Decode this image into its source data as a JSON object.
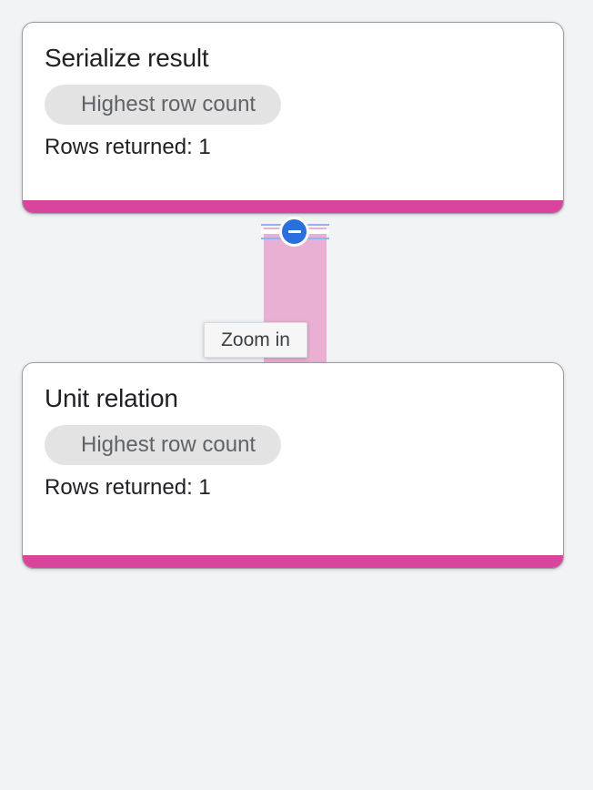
{
  "theme": {
    "page_background": "#f1f3f4",
    "card_background": "#ffffff",
    "card_border": "#9aa0a6",
    "accent_pink": "#d9459c",
    "connector_pink": "#eab0d4",
    "collapse_blue": "#2b6fdd",
    "handle_line_blue": "#90b4ef",
    "chip_background": "#e3e3e3",
    "chip_text": "#5f6368",
    "title_text": "#202124"
  },
  "nodes": [
    {
      "id": "serialize-result",
      "title": "Serialize result",
      "chip_label": "Highest row count",
      "meta": "Rows returned: 1"
    },
    {
      "id": "unit-relation",
      "title": "Unit relation",
      "chip_label": "Highest row count",
      "meta": "Rows returned: 1"
    }
  ],
  "connector": {
    "collapse_button": {
      "icon": "minus-circle-icon",
      "state": "expanded"
    }
  },
  "tooltip": {
    "label": "Zoom in"
  }
}
